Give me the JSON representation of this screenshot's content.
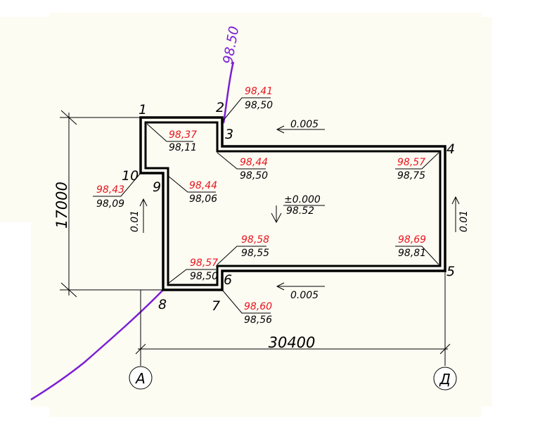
{
  "colors": {
    "paper": "#fdfcf3",
    "ink": "#000000",
    "elevation_red": "#e8141c",
    "contour_purple": "#7a1fd6"
  },
  "contour_label": "98.50",
  "dimensions": {
    "width_label": "30400",
    "height_label": "17000"
  },
  "axes": [
    "А",
    "Д"
  ],
  "points": [
    "1",
    "2",
    "3",
    "4",
    "5",
    "6",
    "7",
    "8",
    "9",
    "10"
  ],
  "elevations": [
    {
      "red": "98,41",
      "black": "98,50"
    },
    {
      "red": "98,37",
      "black": "98,11"
    },
    {
      "red": "98,44",
      "black": "98,50"
    },
    {
      "red": "98,57",
      "black": "98,75"
    },
    {
      "red": "98,43",
      "black": "98,09"
    },
    {
      "red": "98,44",
      "black": "98,06"
    },
    {
      "red": "98,58",
      "black": "98,55"
    },
    {
      "red": "98,69",
      "black": "98,81"
    },
    {
      "red": "98,57",
      "black": "98,50"
    },
    {
      "red": "98,60",
      "black": "98,56"
    }
  ],
  "zero_mark": {
    "top": "±0.000",
    "bottom": "98.52"
  },
  "slopes": {
    "top": "0.005",
    "bottom": "0.005",
    "left": "0.01",
    "right": "0.01"
  }
}
